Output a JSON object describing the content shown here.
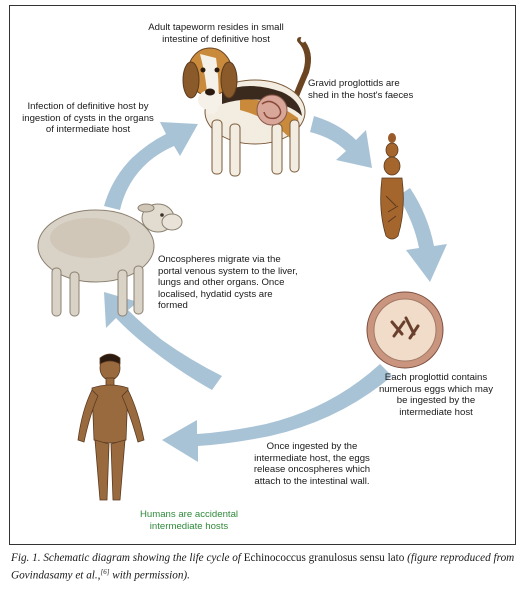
{
  "labels": {
    "adult_tapeworm": "Adult tapeworm resides in small intestine of definitive host",
    "gravid": "Gravid proglottids are shed in the host's faeces",
    "infection": "Infection of definitive host by ingestion of cysts in the organs of intermediate host",
    "oncospheres_migrate": "Oncospheres migrate via the portal venous system to the liver, lungs and other organs. Once localised, hydatid cysts are formed",
    "proglottid_eggs": "Each proglottid contains numerous eggs which may be ingested by the intermediate host",
    "ingested": "Once ingested by the intermediate host, the eggs release oncospheres which attach to the intestinal wall.",
    "humans": "Humans are accidental intermediate hosts"
  },
  "caption": {
    "prefix": "Fig. 1. Schematic diagram showing the life cycle of ",
    "species": "Echinococcus granulosus sensu lato",
    "middle": " (figure reproduced from Govindasamy et al.,",
    "ref": "[6]",
    "suffix": " with permission)."
  },
  "colors": {
    "arrow": "#a9c3d6",
    "human_skin": "#9a6a3f",
    "sheep_wool": "#d9d2c6",
    "dog_tan": "#c98a3c",
    "egg_ring": "#b98a78",
    "humans_text": "#2f8a3a"
  }
}
